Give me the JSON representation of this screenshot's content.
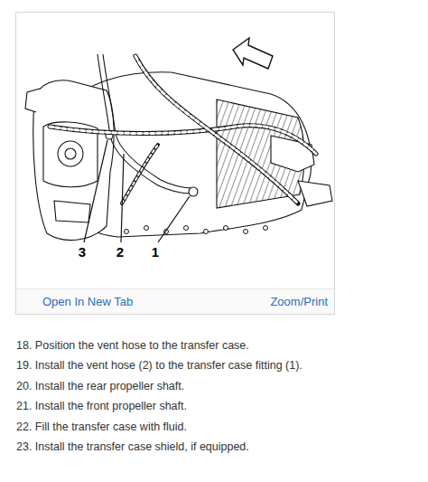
{
  "diagram": {
    "nodes": [
      {
        "text": [
          "Open In New Tab",
          "Zoom/Print"
        ]
      }
    ],
    "labels": [
      "3",
      "2",
      "1",
      "18. Position the vent hose to the transfer case.",
      "19. Install the vent hose (2) to the transfer case fitting (1).",
      "20. Install the rear propeller shaft.",
      "21. Install the front propeller shaft.",
      "22. Fill the transfer case with fluid.",
      "23. Install the transfer case shield, if equipped."
    ]
  }
}
